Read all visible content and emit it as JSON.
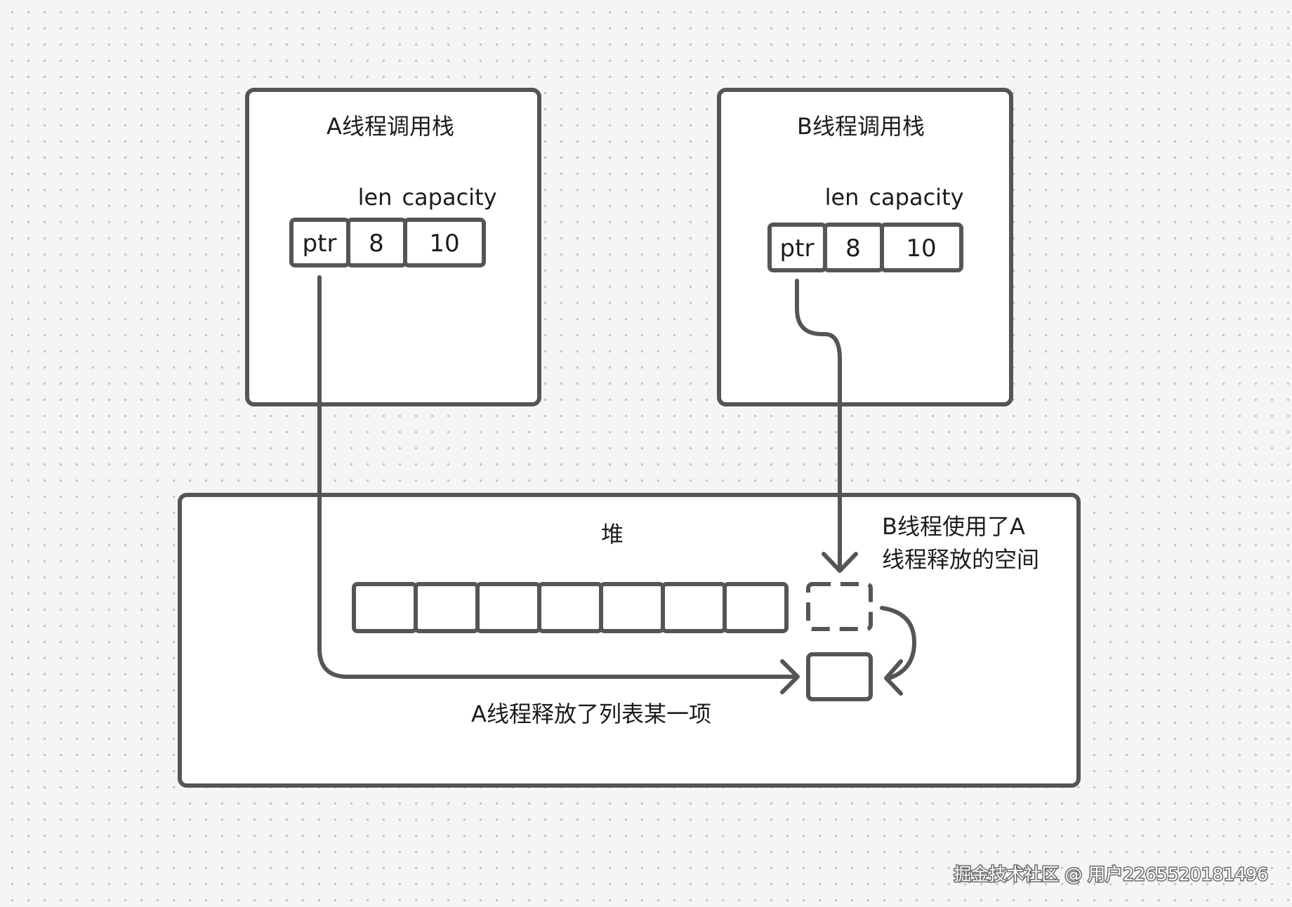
{
  "stack_a": {
    "title": "A线程调用栈",
    "header_len": "len",
    "header_capacity": "capacity",
    "cell_ptr": "ptr",
    "cell_len": "8",
    "cell_capacity": "10"
  },
  "stack_b": {
    "title": "B线程调用栈",
    "header_len": "len",
    "header_capacity": "capacity",
    "cell_ptr": "ptr",
    "cell_len": "8",
    "cell_capacity": "10"
  },
  "heap": {
    "title": "堆",
    "note_b_line1": "B线程使用了A",
    "note_b_line2": "线程释放的空间",
    "note_a": "A线程释放了列表某一项",
    "slot_count": 7
  },
  "watermark": "掘金技术社区 @ 用户2265520181496",
  "colors": {
    "stroke": "#555555",
    "box_fill": "#ffffff",
    "background": "#f5f5f5"
  }
}
